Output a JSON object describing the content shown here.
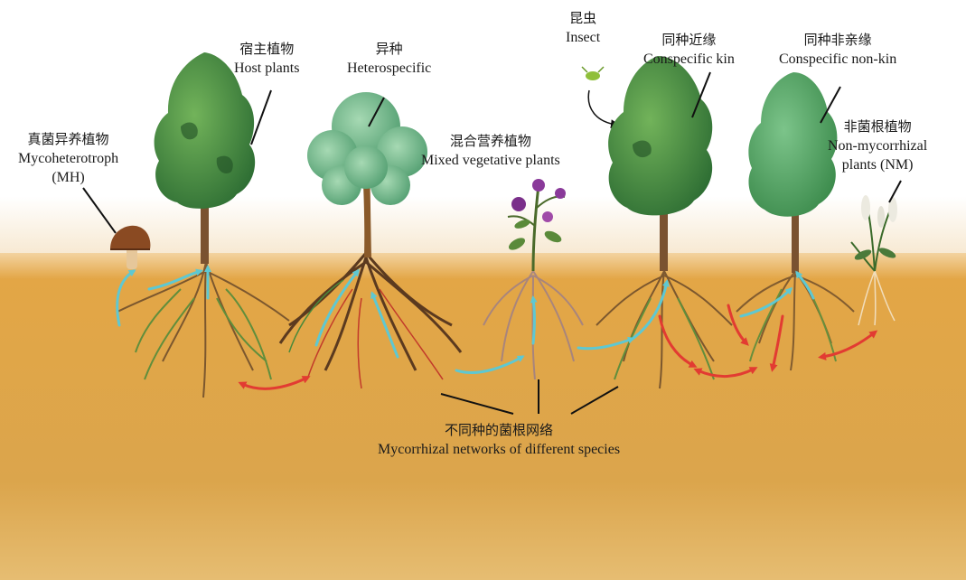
{
  "labels": {
    "host": {
      "zh": "宿主植物",
      "en": "Host plants"
    },
    "hetero": {
      "zh": "异种",
      "en": "Heterospecific"
    },
    "insect": {
      "zh": "昆虫",
      "en": "Insect"
    },
    "kin": {
      "zh": "同种近缘",
      "en": "Conspecific kin"
    },
    "nonkin": {
      "zh": "同种非亲缘",
      "en": "Conspecific non-kin"
    },
    "mh": {
      "zh": "真菌异养植物",
      "en": "Mycoheterotroph",
      "abbr": "(MH)"
    },
    "mixed": {
      "zh": "混合营养植物",
      "en": "Mixed vegetative plants"
    },
    "nm": {
      "zh": "非菌根植物",
      "en": "Non-mycorrhizal",
      "abbr": "plants (NM)"
    },
    "network": {
      "zh": "不同种的菌根网络",
      "en": "Mycorrhizal networks of different species"
    }
  },
  "colors": {
    "soil_top": "#e0a649",
    "soil_bottom": "#d9a64a",
    "nutrient_flow": "#5ec8d2",
    "signal_flow": "#e23b32",
    "foliage": "#3c8a3e",
    "trunk": "#7a5230",
    "roots": "#6a4a2a"
  }
}
